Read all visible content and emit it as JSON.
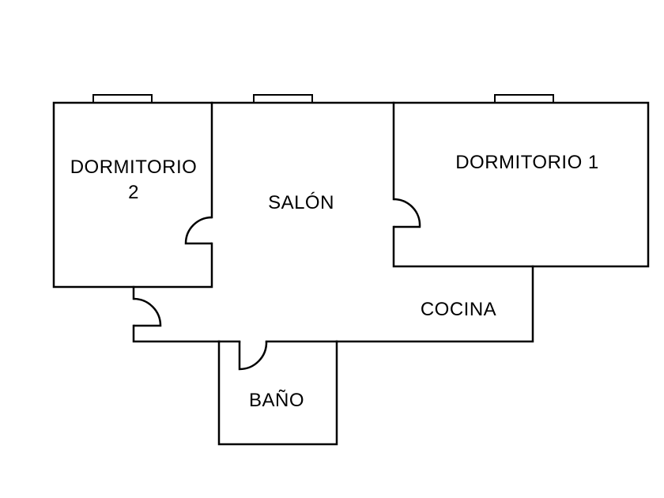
{
  "rooms": {
    "dormitorio2": {
      "line1": "DORMITORIO",
      "line2": "2"
    },
    "salon": {
      "label": "SALÓN"
    },
    "dormitorio1": {
      "label": "DORMITORIO 1"
    },
    "cocina": {
      "label": "COCINA"
    },
    "bano": {
      "label": "BAÑO"
    }
  },
  "colors": {
    "wall": "#000000",
    "background": "#ffffff"
  }
}
